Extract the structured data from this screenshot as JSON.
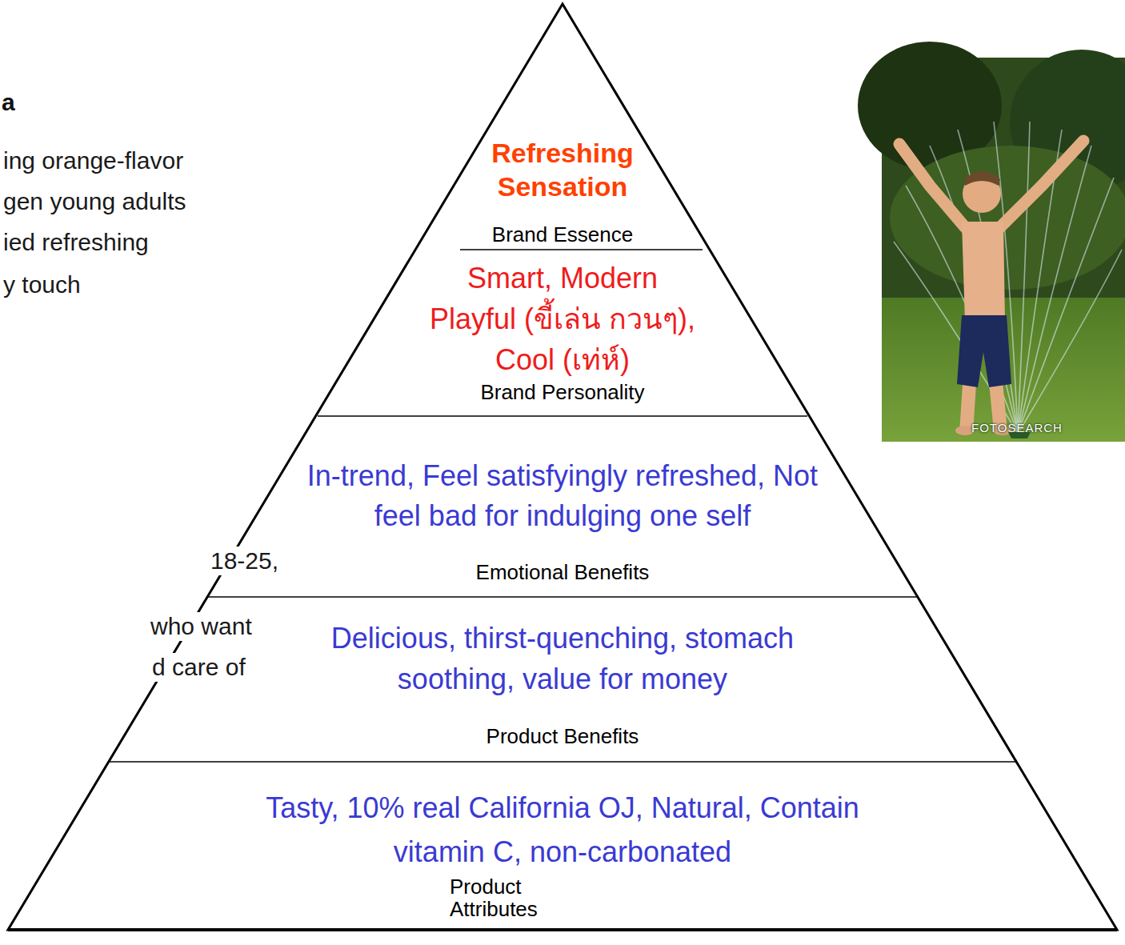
{
  "diagram": {
    "nodes": [
      {
        "text": [
          "Refreshing Sensation",
          "Brand Essence"
        ]
      },
      {
        "text": [
          "Smart, Modern Playful (ขี้เล่น กวนๆ), Cool (เท่ห์)",
          "Brand Personality"
        ]
      },
      {
        "text": [
          "In-trend, Feel satisfyingly refreshed, Not feel bad for indulging one self",
          "Emotional Benefits"
        ]
      },
      {
        "text": [
          "Delicious, thirst-quenching, stomach soothing, value for money",
          "Product Benefits"
        ]
      },
      {
        "text": [
          "Tasty, 10% real California OJ, Natural, Contain vitamin C, non-carbonated",
          "Product Attributes"
        ]
      }
    ],
    "labels": [
      "a",
      "ing orange-flavor",
      "gen young adults",
      "ied refreshing",
      "y touch",
      "18-25,",
      "who want",
      "d care of",
      "FOTOSEARCH"
    ]
  }
}
